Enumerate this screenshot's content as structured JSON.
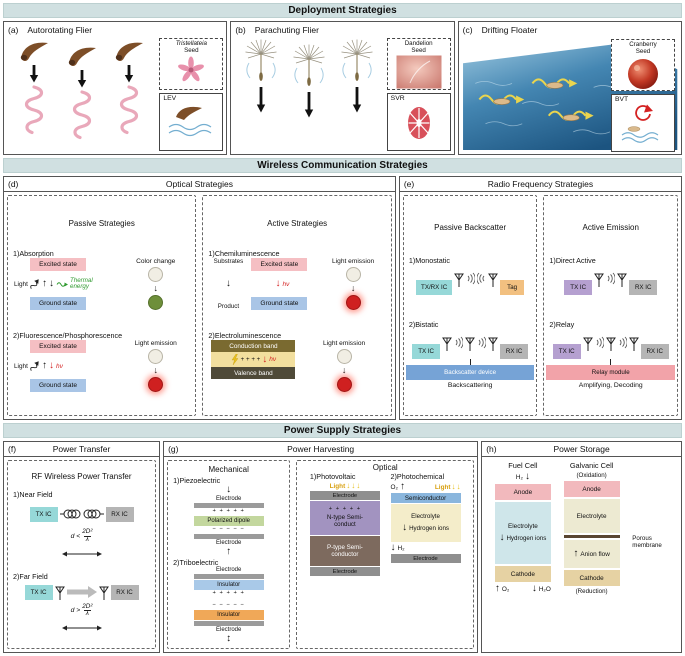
{
  "section_headers": {
    "deployment": "Deployment Strategies",
    "communication": "Wireless Communication Strategies",
    "power": "Power Supply Strategies"
  },
  "deployment": {
    "a": {
      "label": "(a)",
      "title": "Autorotating Flier",
      "seed_line1": "Tristellateia",
      "seed_line2": "Seed",
      "abbr": "LEV"
    },
    "b": {
      "label": "(b)",
      "title": "Parachuting Flier",
      "seed_line1": "Dandelion",
      "seed_line2": "Seed",
      "abbr": "SVR"
    },
    "c": {
      "label": "(c)",
      "title": "Drifting Floater",
      "seed_line1": "Cranberry",
      "seed_line2": "Seed",
      "abbr": "BVT"
    }
  },
  "optical": {
    "label": "(d)",
    "title": "Optical Strategies",
    "passive_title": "Passive Strategies",
    "active_title": "Active Strategies",
    "absorption_heading": "1)Absorption",
    "fluorescence_heading": "2)Fluorescence/Phosphorescence",
    "chemi_heading": "1)Chemiluminescence",
    "electro_heading": "2)Electroluminescence",
    "excited": "Excited state",
    "ground": "Ground state",
    "light": "Light",
    "hv": "hν",
    "thermal": "Thermal energy",
    "color_change": "Color change",
    "light_emission": "Light emission",
    "substrates": "Substrates",
    "product": "Product",
    "conduction": "Conduction band",
    "valence": "Valence band",
    "plus_row": "+ + + +"
  },
  "rf": {
    "label": "(e)",
    "title": "Radio Frequency Strategies",
    "passive_title": "Passive Backscatter",
    "active_title": "Active Emission",
    "mono_heading": "1)Monostatic",
    "bi_heading": "2)Bistatic",
    "direct_heading": "1)Direct Active",
    "relay_heading": "2)Relay",
    "txrx": "TX/RX IC",
    "tx": "TX IC",
    "rx": "RX IC",
    "tag": "Tag",
    "device": "Backscatter device",
    "backscattering": "Backscattering",
    "relay_module": "Relay module",
    "amplifying": "Amplifying, Decoding"
  },
  "transfer": {
    "label": "(f)",
    "title": "Power Transfer",
    "box_title": "RF Wireless Power Transfer",
    "near_heading": "1)Near Field",
    "far_heading": "2)Far Field",
    "tx": "TX IC",
    "rx": "RX IC",
    "near_ineq": "d <",
    "far_ineq": "d >",
    "frac_num": "2D²",
    "frac_den": "λ"
  },
  "harvesting": {
    "label": "(g)",
    "title": "Power Harvesting",
    "mech_title": "Mechanical",
    "optical_title": "Optical",
    "piezo_heading": "1)Piezoelectric",
    "tribo_heading": "2)Triboelectric",
    "pv_heading": "1)Photovoltaic",
    "pc_heading": "2)Photochemical",
    "electrode": "Electrode",
    "insulator": "Insulator",
    "dipole": "Polarized dipole",
    "plus_row": "+ + + + +",
    "minus_row": "− − − − −",
    "light": "Light",
    "ntype": "N-type Semi-conduct",
    "ptype": "P-type Semi-conductor",
    "semiconductor": "Semiconductor",
    "electrolyte": "Electrolyte",
    "hydrogen_ions": "Hydrogen ions",
    "o2": "O₂",
    "h2": "H₂"
  },
  "storage": {
    "label": "(h)",
    "title": "Power Storage",
    "fuel_title": "Fuel Cell",
    "galvanic_title": "Galvanic Cell",
    "h2": "H₂",
    "o2": "O₂",
    "h2o": "H₂O",
    "anode": "Anode",
    "cathode": "Cathode",
    "electrolyte": "Electrolyte",
    "hydrogen_ions": "Hydrogen ions",
    "anion_flow": "Anion flow",
    "oxidation": "(Oxidation)",
    "reduction": "(Reduction)",
    "membrane": "Porous membrane"
  },
  "colors": {
    "section_header_bg": "#d0e0e1",
    "excited_state_pink": "#f5bfc3",
    "ground_state_blue": "#a9c5e6",
    "teal_ic": "#96d8d8",
    "gray_ic": "#b5b5b5",
    "purple_ic": "#b5a0d0",
    "tag_orange": "#f2c080",
    "backscatter_blue": "#76a3d6",
    "relay_pink": "#f2a3a9",
    "dipole_green": "#c3d79e",
    "insulator_blue": "#a9c9e8",
    "insulator_orange": "#f0a858",
    "ntype_purple": "#a293c0",
    "ptype_brown": "#7d6a5e",
    "semiconductor_blue": "#8ab6dd",
    "electrolyte_yellow": "#f4edca",
    "anode_pink": "#f2b9bd",
    "cathode_tan": "#e6d2a3",
    "fuel_electrolyte_blue": "#cfe6ea",
    "emission_red": "#cf2020"
  }
}
